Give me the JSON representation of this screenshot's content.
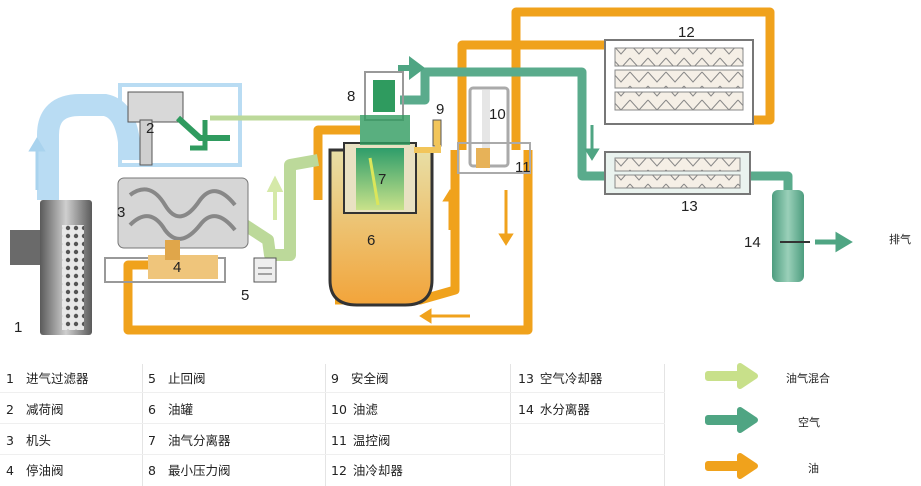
{
  "diagram": {
    "numbers": [
      "1",
      "2",
      "3",
      "4",
      "5",
      "6",
      "7",
      "8",
      "9",
      "10",
      "11",
      "12",
      "13",
      "14"
    ],
    "exhaust_label": "排气"
  },
  "legend": [
    {
      "num": "1",
      "text": "进气过滤器"
    },
    {
      "num": "2",
      "text": "减荷阀"
    },
    {
      "num": "3",
      "text": "机头"
    },
    {
      "num": "4",
      "text": "停油阀"
    },
    {
      "num": "5",
      "text": "止回阀"
    },
    {
      "num": "6",
      "text": "油罐"
    },
    {
      "num": "7",
      "text": "油气分离器"
    },
    {
      "num": "8",
      "text": "最小压力阀"
    },
    {
      "num": "9",
      "text": "安全阀"
    },
    {
      "num": "10",
      "text": "油滤"
    },
    {
      "num": "11",
      "text": "温控阀"
    },
    {
      "num": "12",
      "text": "油冷却器"
    },
    {
      "num": "13",
      "text": "空气冷却器"
    },
    {
      "num": "14",
      "text": "水分离器"
    }
  ],
  "flow_key": [
    {
      "label": "油气混合",
      "color": "#c8e08a"
    },
    {
      "label": "空气",
      "color": "#4fa583"
    },
    {
      "label": "油",
      "color": "#f0a21c"
    }
  ],
  "colors": {
    "oil": "#f0a21c",
    "air": "#5aab8c",
    "mix": "#bcd99a",
    "intake": "#b9dcf3"
  }
}
